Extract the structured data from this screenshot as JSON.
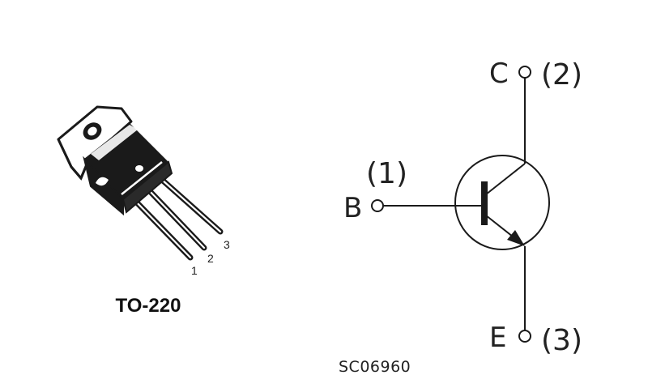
{
  "package": {
    "name": "TO-220",
    "pin_numbers": [
      "1",
      "2",
      "3"
    ]
  },
  "symbol": {
    "collector": {
      "letter": "C",
      "pin": "(2)"
    },
    "base": {
      "letter": "B",
      "pin": "(1)"
    },
    "emitter": {
      "letter": "E",
      "pin": "(3)"
    }
  },
  "drawing_code": "SC06960"
}
